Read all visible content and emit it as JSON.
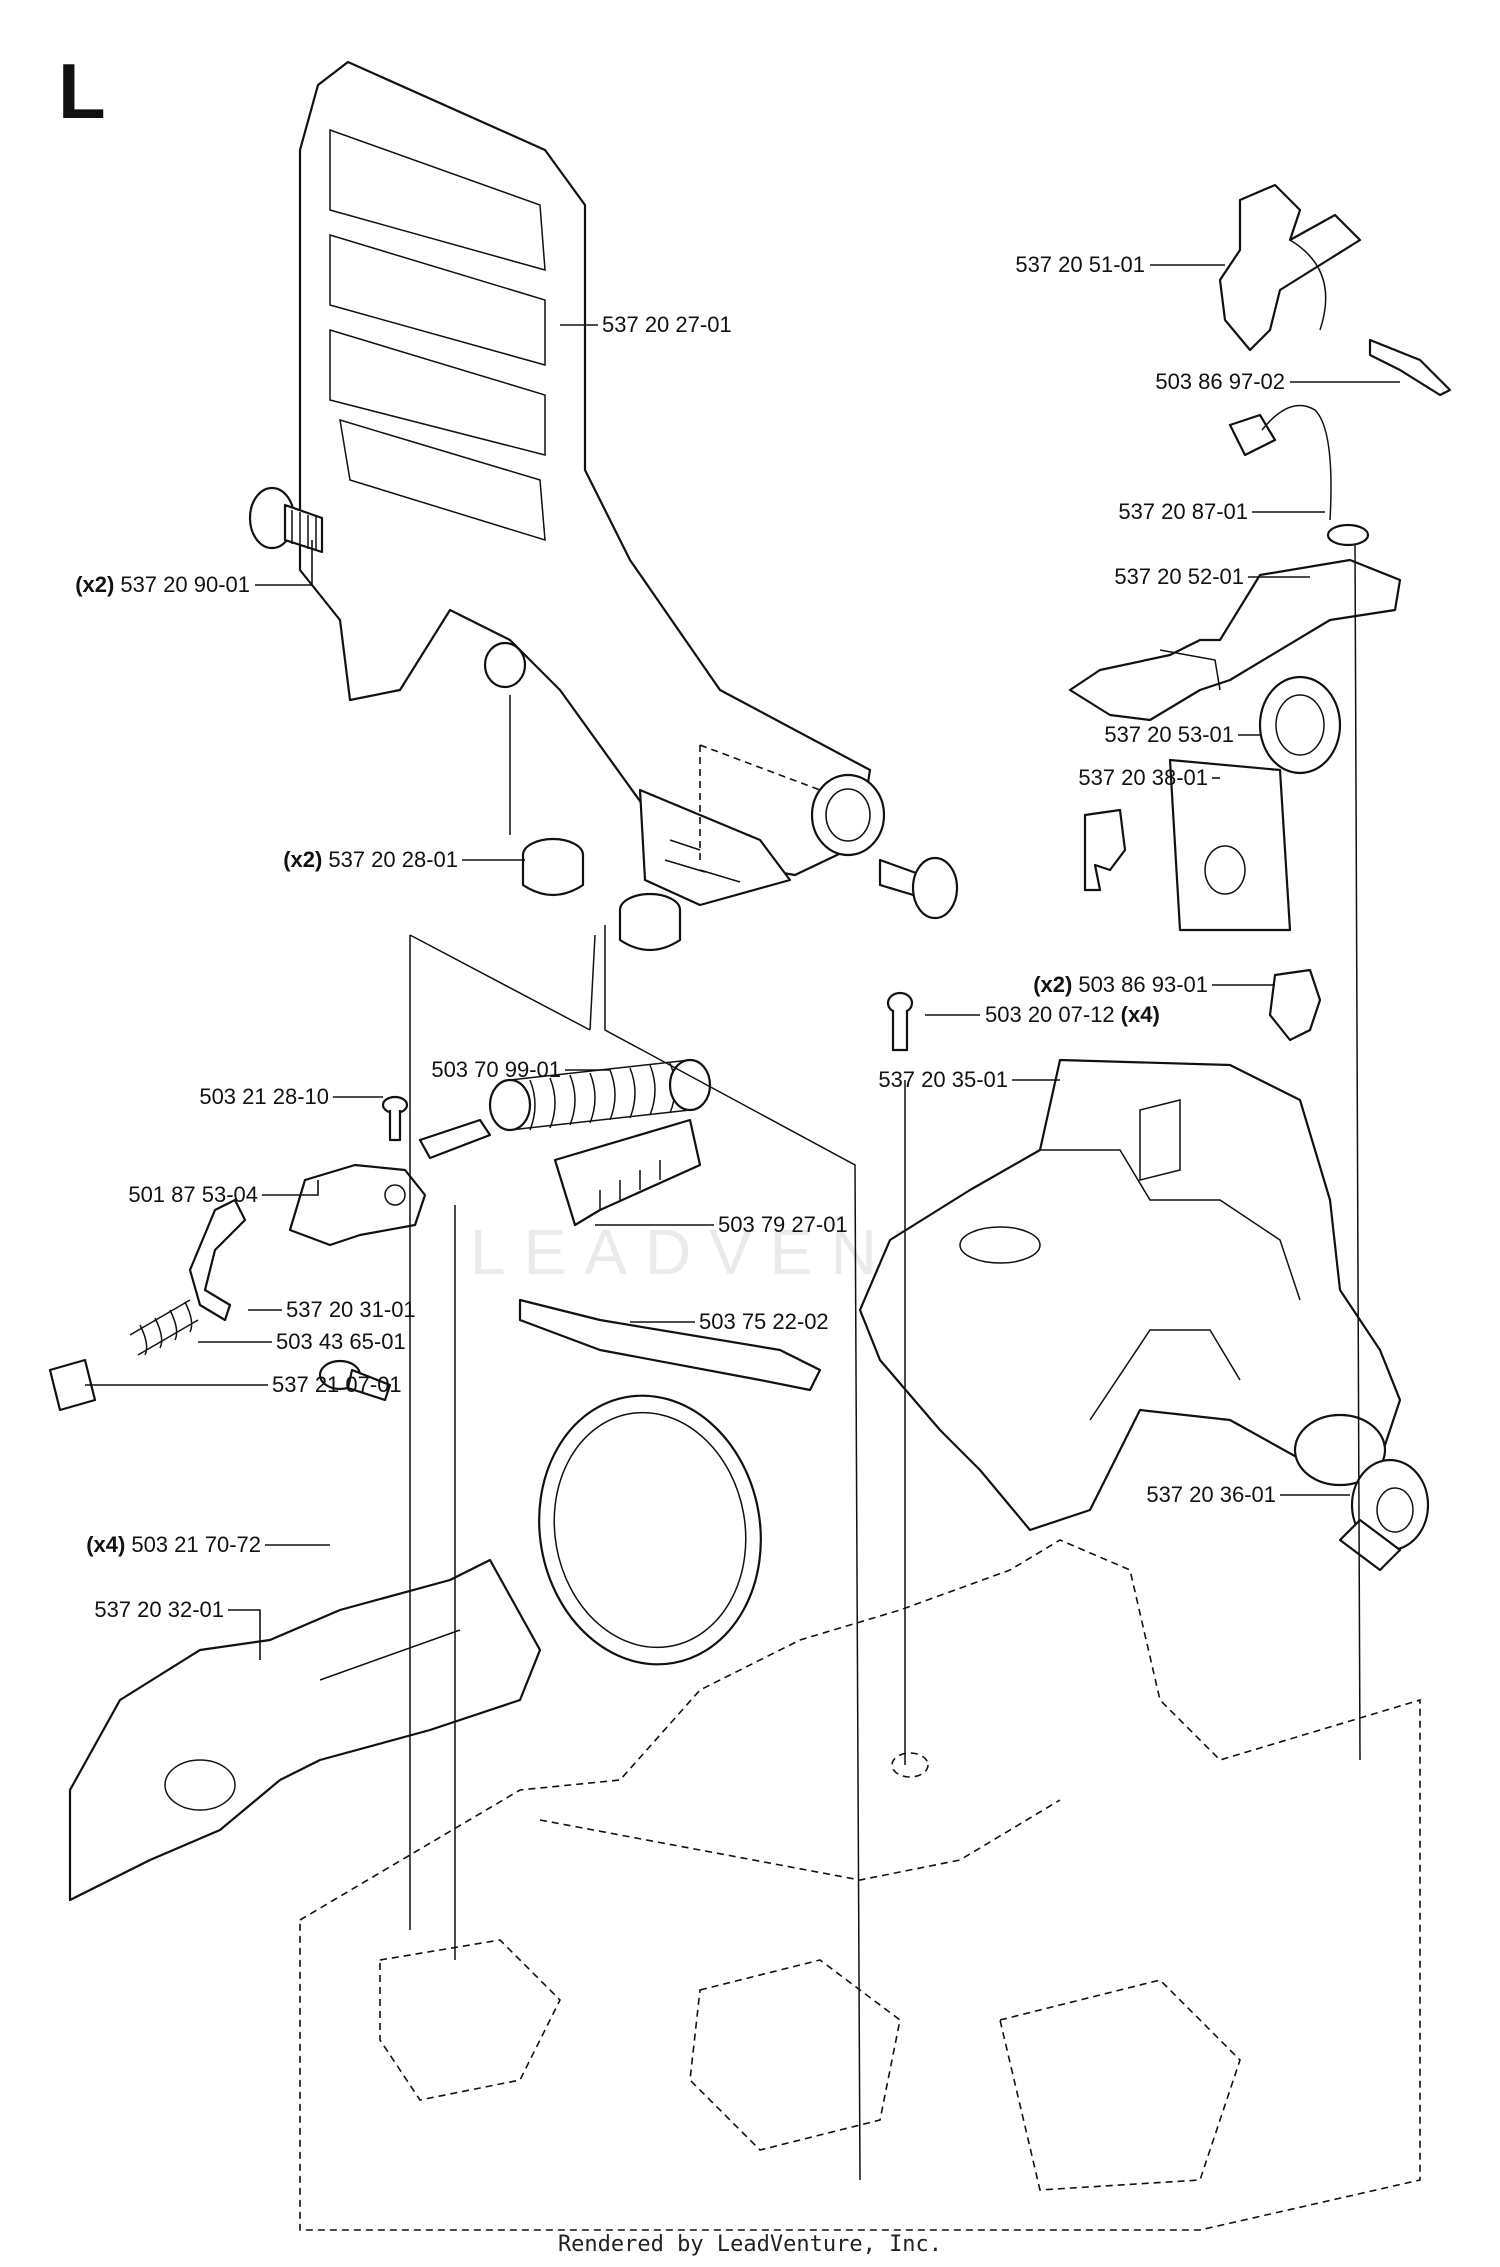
{
  "diagram": {
    "section_letter": "L",
    "watermark": "LEADVENTURE",
    "footer": "Rendered by LeadVenture, Inc.",
    "parts": [
      {
        "id": "p1",
        "qty": "",
        "number": "537 20 27-01"
      },
      {
        "id": "p2",
        "qty": "(x2)",
        "number": "537 20 90-01"
      },
      {
        "id": "p3",
        "qty": "(x2)",
        "number": "537 20 28-01"
      },
      {
        "id": "p4",
        "qty": "",
        "number": "537 20 51-01"
      },
      {
        "id": "p5",
        "qty": "",
        "number": "503 86 97-02"
      },
      {
        "id": "p6",
        "qty": "",
        "number": "537 20 87-01"
      },
      {
        "id": "p7",
        "qty": "",
        "number": "537 20 52-01"
      },
      {
        "id": "p8",
        "qty": "",
        "number": "537 20 53-01"
      },
      {
        "id": "p9",
        "qty": "",
        "number": "537 20 38-01"
      },
      {
        "id": "p10",
        "qty": "(x2)",
        "number": "503 86 93-01"
      },
      {
        "id": "p11",
        "qty": "(x4)",
        "number": "503 20 07-12"
      },
      {
        "id": "p12",
        "qty": "",
        "number": "537 20 35-01"
      },
      {
        "id": "p13",
        "qty": "",
        "number": "503 70 99-01"
      },
      {
        "id": "p14",
        "qty": "",
        "number": "503 21 28-10"
      },
      {
        "id": "p15",
        "qty": "",
        "number": "501 87 53-04"
      },
      {
        "id": "p16",
        "qty": "",
        "number": "503 79 27-01"
      },
      {
        "id": "p17",
        "qty": "",
        "number": "537 20 31-01"
      },
      {
        "id": "p18",
        "qty": "",
        "number": "503 75 22-02"
      },
      {
        "id": "p19",
        "qty": "",
        "number": "503 43 65-01"
      },
      {
        "id": "p20",
        "qty": "",
        "number": "537 21 07-01"
      },
      {
        "id": "p21",
        "qty": "",
        "number": "537 20 36-01"
      },
      {
        "id": "p22",
        "qty": "(x4)",
        "number": "503 21 70-72"
      },
      {
        "id": "p23",
        "qty": "",
        "number": "537 20 32-01"
      }
    ]
  }
}
